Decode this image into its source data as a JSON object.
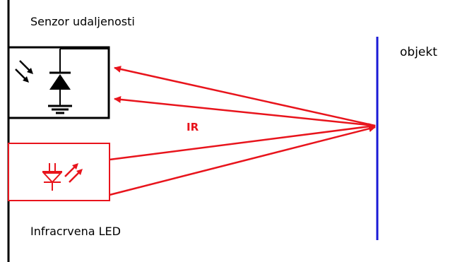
{
  "labels": {
    "sensor": "Senzor udaljenosti",
    "led": "Infracrvena LED",
    "object": "objekt",
    "ir": "IR"
  },
  "colors": {
    "red": "#e8141c",
    "blue": "#1a1ad6",
    "black": "#000000"
  },
  "icons": {
    "sensor": "photodiode-icon",
    "led": "infrared-led-icon"
  }
}
